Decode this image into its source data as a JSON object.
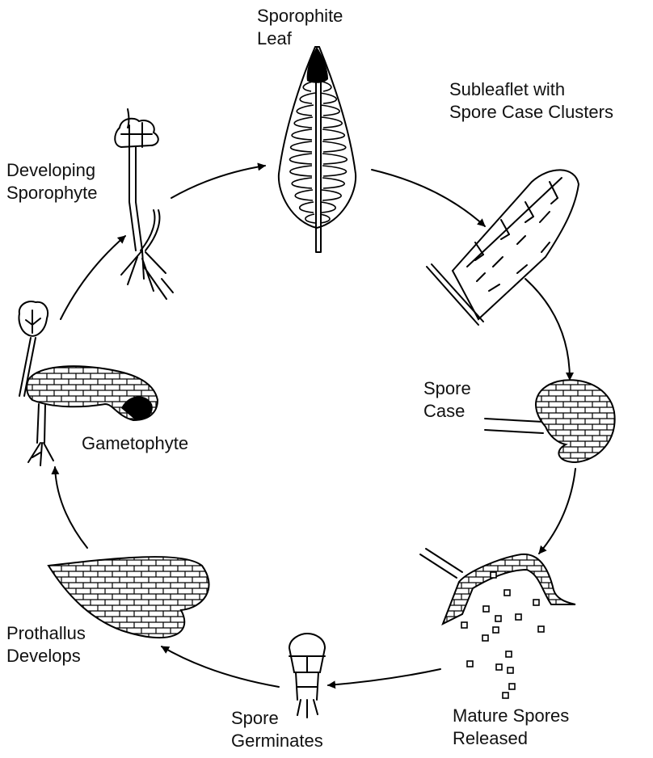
{
  "labels": {
    "sporophyte_leaf": [
      "Sporophite",
      "Leaf"
    ],
    "subleaflet": [
      "Subleaflet with",
      "Spore Case Clusters"
    ],
    "spore_case": [
      "Spore",
      "Case"
    ],
    "mature_spores": [
      "Mature Spores",
      "Released"
    ],
    "spore_germinates": [
      "Spore",
      "Germinates"
    ],
    "prothallus": [
      "Prothallus",
      "Develops"
    ],
    "gametophyte": [
      "Gametophyte"
    ],
    "developing_sporophyte": [
      "Developing",
      "Sporophyte"
    ]
  },
  "colors": {
    "ink": "#000000",
    "background": "#ffffff"
  }
}
